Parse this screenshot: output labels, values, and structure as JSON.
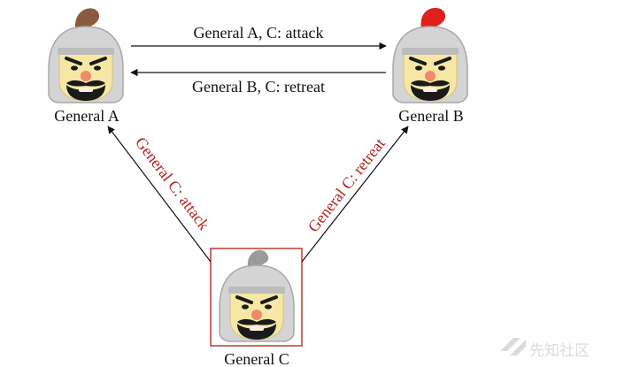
{
  "generals": {
    "a": {
      "name": "General A",
      "plume_color": "#8b5a3c"
    },
    "b": {
      "name": "General B",
      "plume_color": "#e0201c"
    },
    "c": {
      "name": "General C",
      "plume_color": "#9a9a9a"
    }
  },
  "messages": {
    "a_to_b": "General A, C: attack",
    "b_to_a": "General B, C: retreat",
    "c_to_a": "General C: attack",
    "c_to_b": "General C: retreat"
  },
  "colors": {
    "black_text": "#111111",
    "red_text": "#b5201c",
    "highlight_border": "#c0392b",
    "helmet": "#d4d4d4",
    "face": "#f6e7a5"
  },
  "watermark": "先知社区"
}
